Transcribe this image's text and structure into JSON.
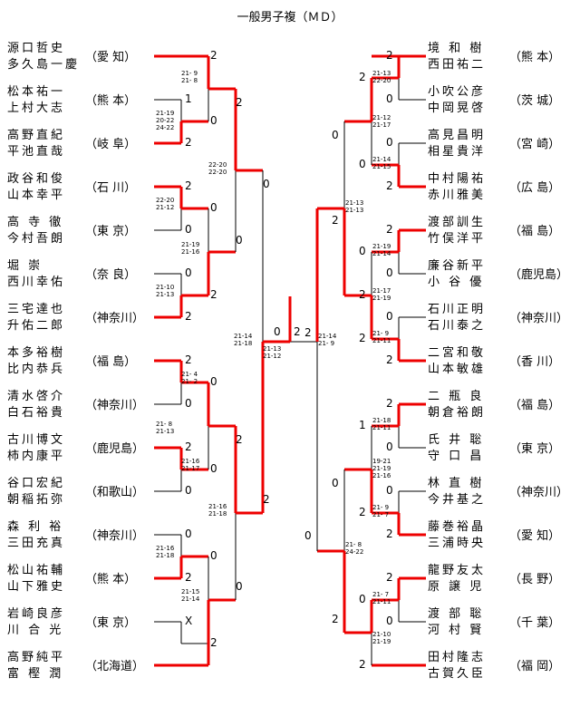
{
  "title": "一般男子複（ＭＤ）",
  "left_pairs": [
    {
      "p1": "源口哲史",
      "p2": "多久島一慶",
      "pref": "（愛 知）"
    },
    {
      "p1": "松本祐一",
      "p2": "上村大志",
      "pref": "（熊 本）"
    },
    {
      "p1": "高野直紀",
      "p2": "平池直哉",
      "pref": "（岐 阜）"
    },
    {
      "p1": "政谷和俊",
      "p2": "山本幸平",
      "pref": "（石 川）"
    },
    {
      "p1": "高 寺 徹",
      "p2": "今村吾朗",
      "pref": "（東 京）"
    },
    {
      "p1": "堀 崇",
      "p2": "西川幸佑",
      "pref": "（奈 良）"
    },
    {
      "p1": "三宅達也",
      "p2": "升佑二郎",
      "pref": "（神奈川）"
    },
    {
      "p1": "本多裕樹",
      "p2": "比内恭兵",
      "pref": "（福 島）"
    },
    {
      "p1": "清水啓介",
      "p2": "白石裕貴",
      "pref": "（神奈川）"
    },
    {
      "p1": "古川博文",
      "p2": "柿内康平",
      "pref": "（鹿児島）"
    },
    {
      "p1": "谷口宏紀",
      "p2": "朝稲拓弥",
      "pref": "（和歌山）"
    },
    {
      "p1": "森 利 裕",
      "p2": "三田充真",
      "pref": "（神奈川）"
    },
    {
      "p1": "松山祐輔",
      "p2": "山下雅史",
      "pref": "（熊 本）"
    },
    {
      "p1": "岩崎良彦",
      "p2": "川 合 光",
      "pref": "（東 京）"
    },
    {
      "p1": "高野純平",
      "p2": "富 樫 潤",
      "pref": "（北海道）"
    }
  ],
  "right_pairs": [
    {
      "p1": "境 和 樹",
      "p2": "西田祐二",
      "pref": "（熊 本）"
    },
    {
      "p1": "小吹公彦",
      "p2": "中岡晃啓",
      "pref": "（茨 城）"
    },
    {
      "p1": "高見昌明",
      "p2": "相星貴洋",
      "pref": "（宮 崎）"
    },
    {
      "p1": "中村陽祐",
      "p2": "赤川雅美",
      "pref": "（広 島）"
    },
    {
      "p1": "渡部訓生",
      "p2": "竹俣洋平",
      "pref": "（福 島）"
    },
    {
      "p1": "廉谷新平",
      "p2": "小 谷 優",
      "pref": "（鹿児島）"
    },
    {
      "p1": "石川正明",
      "p2": "石川泰之",
      "pref": "（神奈川）"
    },
    {
      "p1": "二宮和敬",
      "p2": "山本敏雄",
      "pref": "（香 川）"
    },
    {
      "p1": "二 瓶 良",
      "p2": "朝倉裕朗",
      "pref": "（福 島）"
    },
    {
      "p1": "氏 井 聡",
      "p2": "守 口 昌",
      "pref": "（東 京）"
    },
    {
      "p1": "林 直 樹",
      "p2": "今井基之",
      "pref": "（神奈川）"
    },
    {
      "p1": "藤巻裕晶",
      "p2": "三浦時央",
      "pref": "（愛 知）"
    },
    {
      "p1": "龍野友太",
      "p2": "原 譲 児",
      "pref": "（長 野）"
    },
    {
      "p1": "渡 部 聡",
      "p2": "河 村 賢",
      "pref": "（千 葉）"
    },
    {
      "p1": "田村隆志",
      "p2": "古賀久臣",
      "pref": "（福 岡）"
    }
  ],
  "scores": {
    "L": [
      "2",
      "1",
      "0",
      "2",
      "2",
      "0",
      "0",
      "2",
      "2",
      "0",
      "2",
      "0",
      "0",
      "2",
      "0",
      "2",
      "2",
      "0",
      "0",
      "2",
      "2",
      "0",
      "0",
      "2",
      "2",
      "0",
      "0",
      "2",
      "0",
      "0",
      "X",
      "2"
    ],
    "C": [
      "0",
      "2"
    ],
    "R": [
      "2",
      "2",
      "0",
      "0",
      "2",
      "0",
      "2",
      "0",
      "2",
      "2",
      "0",
      "0",
      "2",
      "0",
      "2",
      "2",
      "2",
      "1",
      "0",
      "2",
      "0",
      "2",
      "0",
      "0",
      "2",
      "2",
      "0",
      "2",
      "0",
      "2",
      "2",
      "2"
    ]
  },
  "game_scores": {
    "L": [
      "21- 9\n21- 8",
      "21-19\n20-22\n24-22",
      "22-20\n21-12",
      "21-10\n21-13",
      "21-19\n21-16",
      "22-20\n22-20",
      "21- 4\n21- 2",
      "21-16\n21-17",
      "21- 8\n21-13",
      "21-16\n21-18",
      "21-15\n21-14",
      "21-16\n21-18",
      "21-14\n21-18",
      "21-13\n21-12"
    ],
    "R": [
      "21-13\n22-20",
      "21-14\n21-15",
      "21-12\n21-17",
      "21-19\n21-14",
      "21- 9\n21-11",
      "21-17\n21-19",
      "21-13\n21-13",
      "21-18\n21-11",
      "21- 9\n21- 7",
      "19-21\n21-19\n21-16",
      "21- 7\n21-11",
      "21-10\n21-19",
      "21- 8\n24-22",
      "21-14\n21- 9"
    ]
  }
}
